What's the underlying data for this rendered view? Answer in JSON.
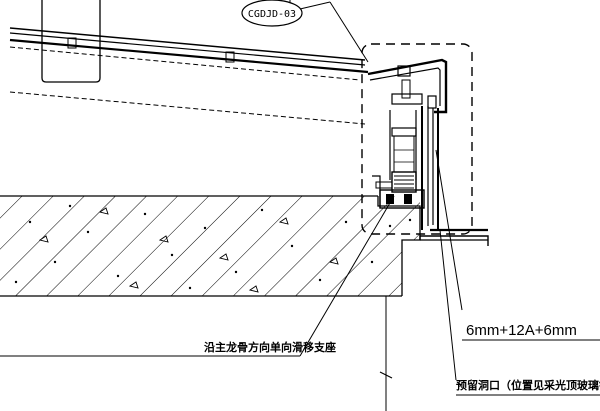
{
  "detail_tag": "CGDJD-03",
  "labels": {
    "support_note": "沿主龙骨方向单向滑移支座",
    "glass_spec": "6mm+12A+6mm",
    "opening_note": "预留洞口（位置见采光顶玻璃铝板分格"
  }
}
